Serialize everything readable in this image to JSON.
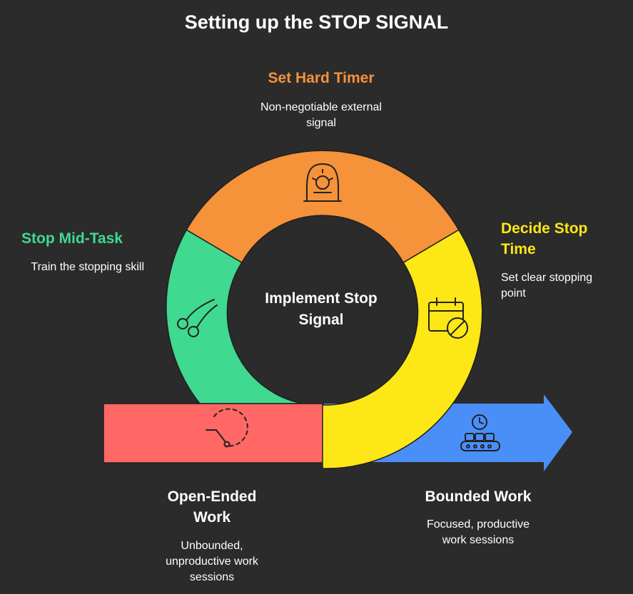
{
  "title": "Setting up the STOP SIGNAL",
  "center": {
    "label": "Implement Stop Signal"
  },
  "segments": {
    "timer": {
      "heading": "Set Hard Timer",
      "description": "Non-negotiable external signal",
      "icon": "alarm-icon",
      "color": "#f5923a"
    },
    "decide": {
      "heading": "Decide Stop Time",
      "description": "Set clear stopping point",
      "icon": "calendar-cancel-icon",
      "color": "#fde716"
    },
    "midtask": {
      "heading": "Stop Mid-Task",
      "description": "Train the stopping skill",
      "icon": "scissors-icon",
      "color": "#40d990"
    }
  },
  "bars": {
    "open": {
      "heading": "Open-Ended Work",
      "description": "Unbounded, unproductive work sessions",
      "icon": "open-timer-icon",
      "color": "#ff6865"
    },
    "bounded": {
      "heading": "Bounded Work",
      "description": "Focused, productive work sessions",
      "icon": "clock-conveyor-icon",
      "color": "#4a8ff7"
    }
  }
}
